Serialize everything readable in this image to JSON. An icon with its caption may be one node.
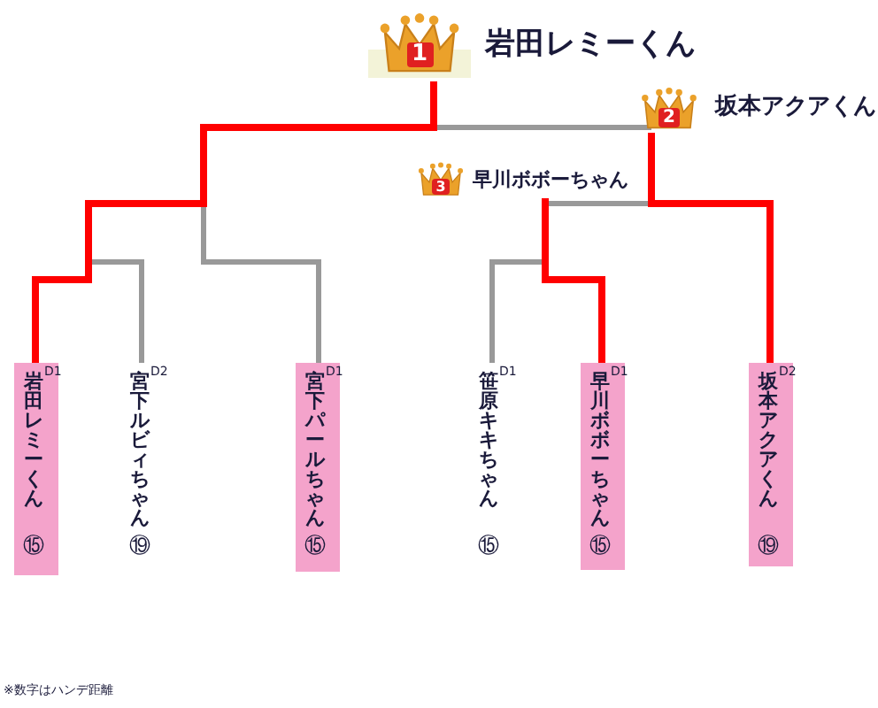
{
  "diagram": {
    "nodes": [
      {
        "text": [
          "1",
          "岩田レミーくん"
        ]
      },
      {
        "text": [
          "2",
          "坂本アクアくん"
        ]
      },
      {
        "text": [
          "3",
          "早川ボボーちゃん"
        ]
      },
      {
        "text": [
          "岩田レミーくん",
          "D1",
          "⑮"
        ]
      },
      {
        "text": [
          "宮下ルビィちゃん",
          "D2",
          "⑲"
        ]
      },
      {
        "text": [
          "宮下パールちゃん",
          "D1",
          "⑮"
        ]
      },
      {
        "text": [
          "笹原キキちゃん",
          "D1",
          "⑮"
        ]
      },
      {
        "text": [
          "早川ボボーちゃん",
          "D1",
          "⑮"
        ]
      },
      {
        "text": [
          "坂本アクアくん",
          "D2",
          "⑲"
        ]
      }
    ],
    "edges": [
      {
        "from": 3,
        "to": 0,
        "arrow": "none"
      },
      {
        "from": 4,
        "to": 0,
        "arrow": "none",
        "color": "#999999"
      },
      {
        "from": 5,
        "to": 0,
        "arrow": "none",
        "color": "#999999"
      },
      {
        "from": 6,
        "to": 2,
        "arrow": "none",
        "color": "#999999"
      },
      {
        "from": 7,
        "to": 2,
        "arrow": "none"
      },
      {
        "from": 8,
        "to": 1,
        "arrow": "none"
      }
    ],
    "labels": [
      "※数字はハンデ距離"
    ]
  }
}
